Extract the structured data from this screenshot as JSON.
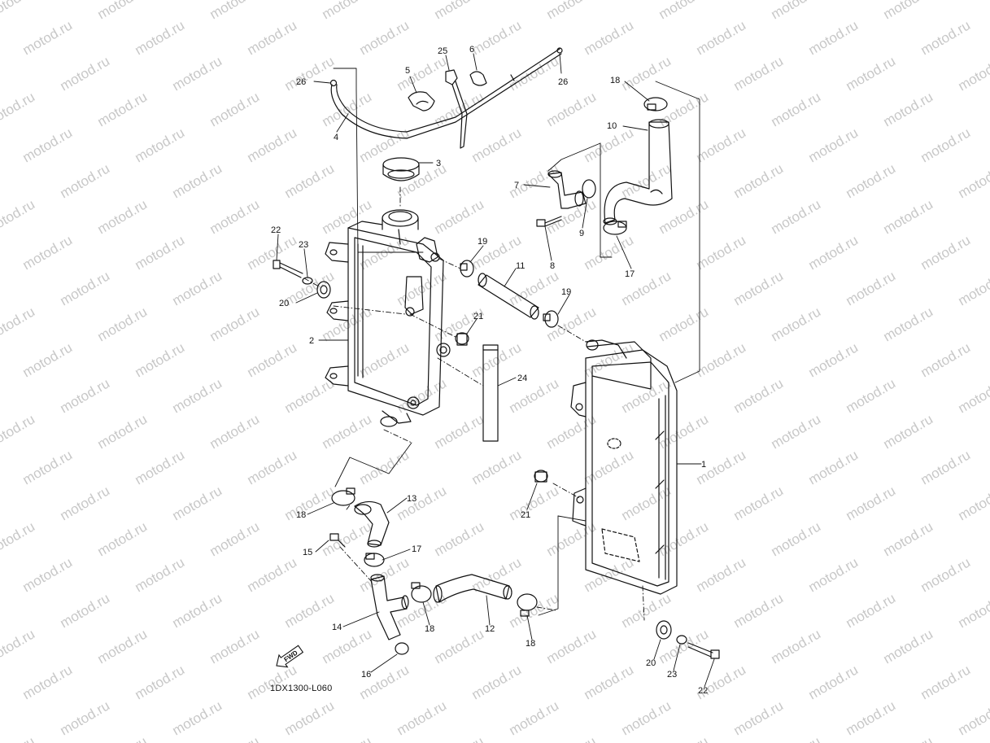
{
  "watermark": {
    "text": "motod.ru",
    "color": "#c8c8c8"
  },
  "diagram_code": "1DX1300-L060",
  "fwd_marker": {
    "label": "FWD",
    "icon": "forward-arrow-icon"
  },
  "colors": {
    "line": "#111111",
    "background": "#ffffff"
  },
  "callouts": [
    {
      "id": "c26a",
      "text": "26"
    },
    {
      "id": "c4",
      "text": "4"
    },
    {
      "id": "c5",
      "text": "5"
    },
    {
      "id": "c25",
      "text": "25"
    },
    {
      "id": "c6",
      "text": "6"
    },
    {
      "id": "c26b",
      "text": "26"
    },
    {
      "id": "c3",
      "text": "3"
    },
    {
      "id": "c18a",
      "text": "18"
    },
    {
      "id": "c10",
      "text": "10"
    },
    {
      "id": "c7",
      "text": "7"
    },
    {
      "id": "c9",
      "text": "9"
    },
    {
      "id": "c8",
      "text": "8"
    },
    {
      "id": "c17a",
      "text": "17"
    },
    {
      "id": "c22a",
      "text": "22"
    },
    {
      "id": "c23a",
      "text": "23"
    },
    {
      "id": "c19a",
      "text": "19"
    },
    {
      "id": "c11",
      "text": "11"
    },
    {
      "id": "c20a",
      "text": "20"
    },
    {
      "id": "c19b",
      "text": "19"
    },
    {
      "id": "c21a",
      "text": "21"
    },
    {
      "id": "c2",
      "text": "2"
    },
    {
      "id": "c24",
      "text": "24"
    },
    {
      "id": "c1",
      "text": "1"
    },
    {
      "id": "c21b",
      "text": "21"
    },
    {
      "id": "c18b",
      "text": "18"
    },
    {
      "id": "c13",
      "text": "13"
    },
    {
      "id": "c15",
      "text": "15"
    },
    {
      "id": "c17b",
      "text": "17"
    },
    {
      "id": "c14",
      "text": "14"
    },
    {
      "id": "c18c",
      "text": "18"
    },
    {
      "id": "c12",
      "text": "12"
    },
    {
      "id": "c18d",
      "text": "18"
    },
    {
      "id": "c16",
      "text": "16"
    },
    {
      "id": "c20b",
      "text": "20"
    },
    {
      "id": "c23b",
      "text": "23"
    },
    {
      "id": "c22b",
      "text": "22"
    }
  ]
}
